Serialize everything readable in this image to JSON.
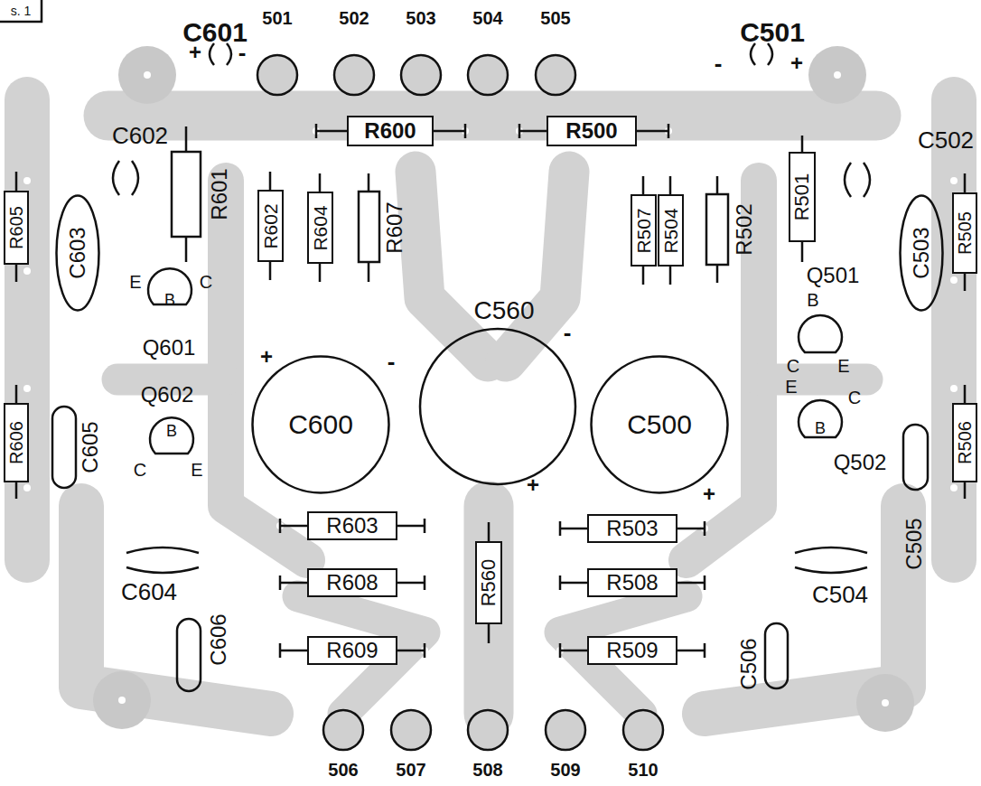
{
  "diagram": {
    "nodes": [
      {
        "text": [
          "R600"
        ]
      },
      {
        "text": [
          "R500"
        ]
      },
      {
        "text": [
          "R605"
        ]
      },
      {
        "text": [
          "C603"
        ]
      },
      {
        "text": [
          "R602"
        ]
      },
      {
        "text": [
          "R604"
        ]
      },
      {
        "text": [
          "R507"
        ]
      },
      {
        "text": [
          "R504"
        ]
      },
      {
        "text": [
          "R501"
        ]
      },
      {
        "text": [
          "C503"
        ]
      },
      {
        "text": [
          "R505"
        ]
      },
      {
        "text": [
          "C600"
        ]
      },
      {
        "text": [
          "C500"
        ]
      },
      {
        "text": [
          "R606"
        ]
      },
      {
        "text": [
          "R506"
        ]
      },
      {
        "text": [
          "R603"
        ]
      },
      {
        "text": [
          "R503"
        ]
      },
      {
        "text": [
          "R560"
        ]
      },
      {
        "text": [
          "R608"
        ]
      },
      {
        "text": [
          "R508"
        ]
      },
      {
        "text": [
          "R609"
        ]
      },
      {
        "text": [
          "R509"
        ]
      }
    ],
    "labels": [
      "s. 1",
      "C601",
      "+",
      "-",
      "501",
      "502",
      "503",
      "504",
      "505",
      "C501",
      "-",
      "+",
      "C602",
      "R601",
      "R607",
      "R502",
      "C502",
      "E",
      "C",
      "B",
      "Q601",
      "C560",
      "+",
      "-",
      "-",
      "Q501",
      "B",
      "C",
      "E",
      "Q602",
      "B",
      "E",
      "C",
      "B",
      "C605",
      "C",
      "E",
      "+",
      "+",
      "Q502",
      "C505",
      "C604",
      "C504",
      "C606",
      "C506",
      "506",
      "507",
      "508",
      "509",
      "510"
    ]
  }
}
